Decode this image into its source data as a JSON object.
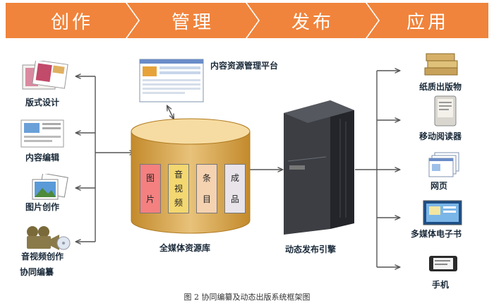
{
  "stages": [
    "创作",
    "管理",
    "发布",
    "应用"
  ],
  "colors": {
    "stage": "#f0843c",
    "db_top": "#f5d99a",
    "db_body": "#dba84a",
    "cell_pic": "#f48080",
    "cell_av": "#f3d770",
    "cell_item": "#f5d2b0",
    "cell_prod": "#e8e4ea"
  },
  "creation": {
    "items": [
      "版式设计",
      "内容编辑",
      "图片创作",
      "音视频创作"
    ],
    "extra": "协同编纂"
  },
  "management": {
    "platform_label": "内容资源管理平台",
    "database_label": "全媒体资源库",
    "cells": [
      {
        "chars": [
          "图",
          "片"
        ]
      },
      {
        "chars": [
          "音",
          "视",
          "频"
        ]
      },
      {
        "chars": [
          "条",
          "目"
        ]
      },
      {
        "chars": [
          "成",
          "品"
        ]
      }
    ]
  },
  "publish": {
    "engine_label": "动态发布引擎"
  },
  "applications": [
    "纸质出版物",
    "移动阅读器",
    "网页",
    "多媒体电子书",
    "手机"
  ],
  "caption": "图 2  协同编纂及动态出版系统框架图"
}
